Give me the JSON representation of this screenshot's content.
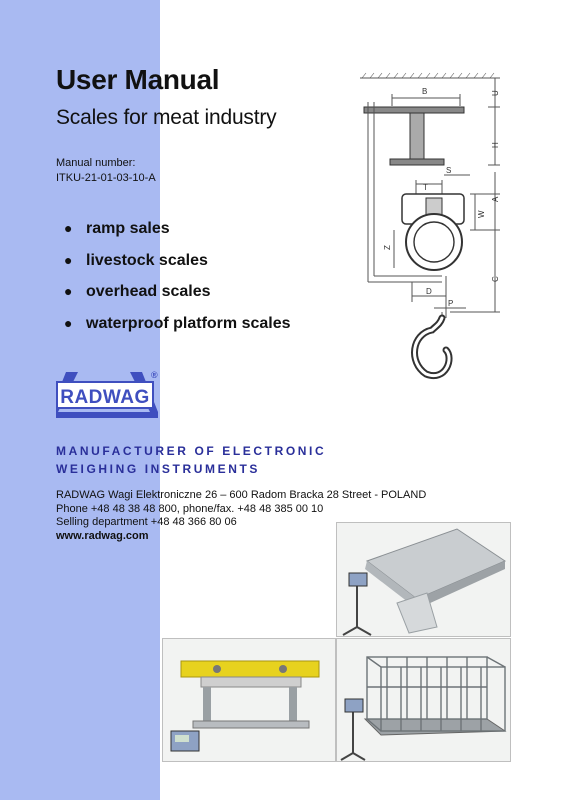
{
  "title": "User Manual",
  "subtitle": "Scales for meat industry",
  "manual": {
    "label": "Manual number:",
    "number": "ITKU-21-01-03-10-A"
  },
  "products": [
    "ramp sales",
    "livestock scales",
    "overhead scales",
    "waterproof platform scales"
  ],
  "logo": {
    "text": "RADWAG",
    "registered": "®"
  },
  "manufacturer": {
    "line1": "MANUFACTURER OF ELECTRONIC",
    "line2": "WEIGHING INSTRUMENTS"
  },
  "contact": {
    "address": "RADWAG Wagi Elektroniczne 26 – 600 Radom Bracka 28 Street - POLAND",
    "phone": "Phone +48 48 38 48 800, phone/fax. +48 48 385 00 10",
    "sales": "Selling department +48 48 366 80 06",
    "web": "www.radwag.com"
  },
  "diagram": {
    "labels": {
      "b": "B",
      "u": "U",
      "h": "H",
      "s": "S",
      "t": "T",
      "a": "A",
      "w": "W",
      "z": "Z",
      "c": "C",
      "d": "D",
      "p": "P"
    }
  },
  "colors": {
    "sidebar": "#a9baf2",
    "accent": "#2a2f9a",
    "logo": "#3f4fbf"
  }
}
